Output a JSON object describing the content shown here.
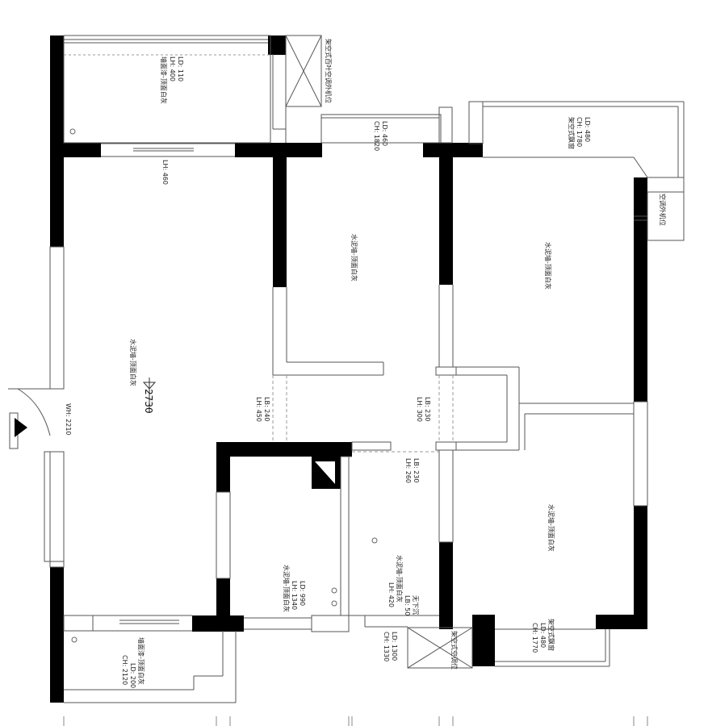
{
  "rooms": {
    "top_balcony": {
      "line1": "墙面漆-顶面白灰",
      "line2": "LH: 400",
      "line3": "LD: 110"
    },
    "top_vent": {
      "label": "架空式百叶空调外机位"
    },
    "corridor_top": {
      "line1": "CH: 1820",
      "line2": "LD: 460"
    },
    "top_right_balcony": {
      "line1": "架空式飘窗",
      "line2": "CH: 1780",
      "line3": "LD: 480"
    },
    "ac_right": {
      "label": "空调外机位"
    },
    "bedroom_mid": {
      "line1": "水泥墙-顶面白灰"
    },
    "bedroom_right": {
      "line1": "水泥墙-顶面白灰"
    },
    "living": {
      "line1": "水泥墙-顶面白灰",
      "elevation": "2730",
      "lh_top": "LH: 460"
    },
    "entry_wh": {
      "line1": "WH: 2210"
    },
    "hall_left": {
      "line1": "LH: 450",
      "line2": "LB: 240"
    },
    "hall_right": {
      "line1": "LH: 300",
      "line2": "LB: 230"
    },
    "kitchen": {
      "line1": "水泥墙-顶面白灰",
      "line2": "LH: 1340",
      "line3": "LD: 990"
    },
    "bath_top": {
      "line1": "LH: 260",
      "line2": "LB: 230"
    },
    "bath": {
      "line1": "水泥墙-顶面白灰",
      "line2": "LH: 420",
      "line3": "LB: 50",
      "line4": "无下沉"
    },
    "bedroom_lower": {
      "line1": "水泥墙-顶面白灰"
    },
    "lower_left_balcony": {
      "line1": "墙面漆-顶面白灰",
      "line2": "CH: 2120",
      "line3": "LD: 200"
    },
    "bottom_vent": {
      "label": "架空式空调位"
    },
    "bottom_dim": {
      "line1": "CH: 1330",
      "line2": "LD: 1300"
    },
    "lower_right_balcony": {
      "line1": "架空式飘窗",
      "line2": "CH: 1770",
      "line3": "LD: 480"
    }
  },
  "colors": {
    "wall": "#000000",
    "line": "#555555",
    "thin": "#888888",
    "dash": "#999999"
  }
}
